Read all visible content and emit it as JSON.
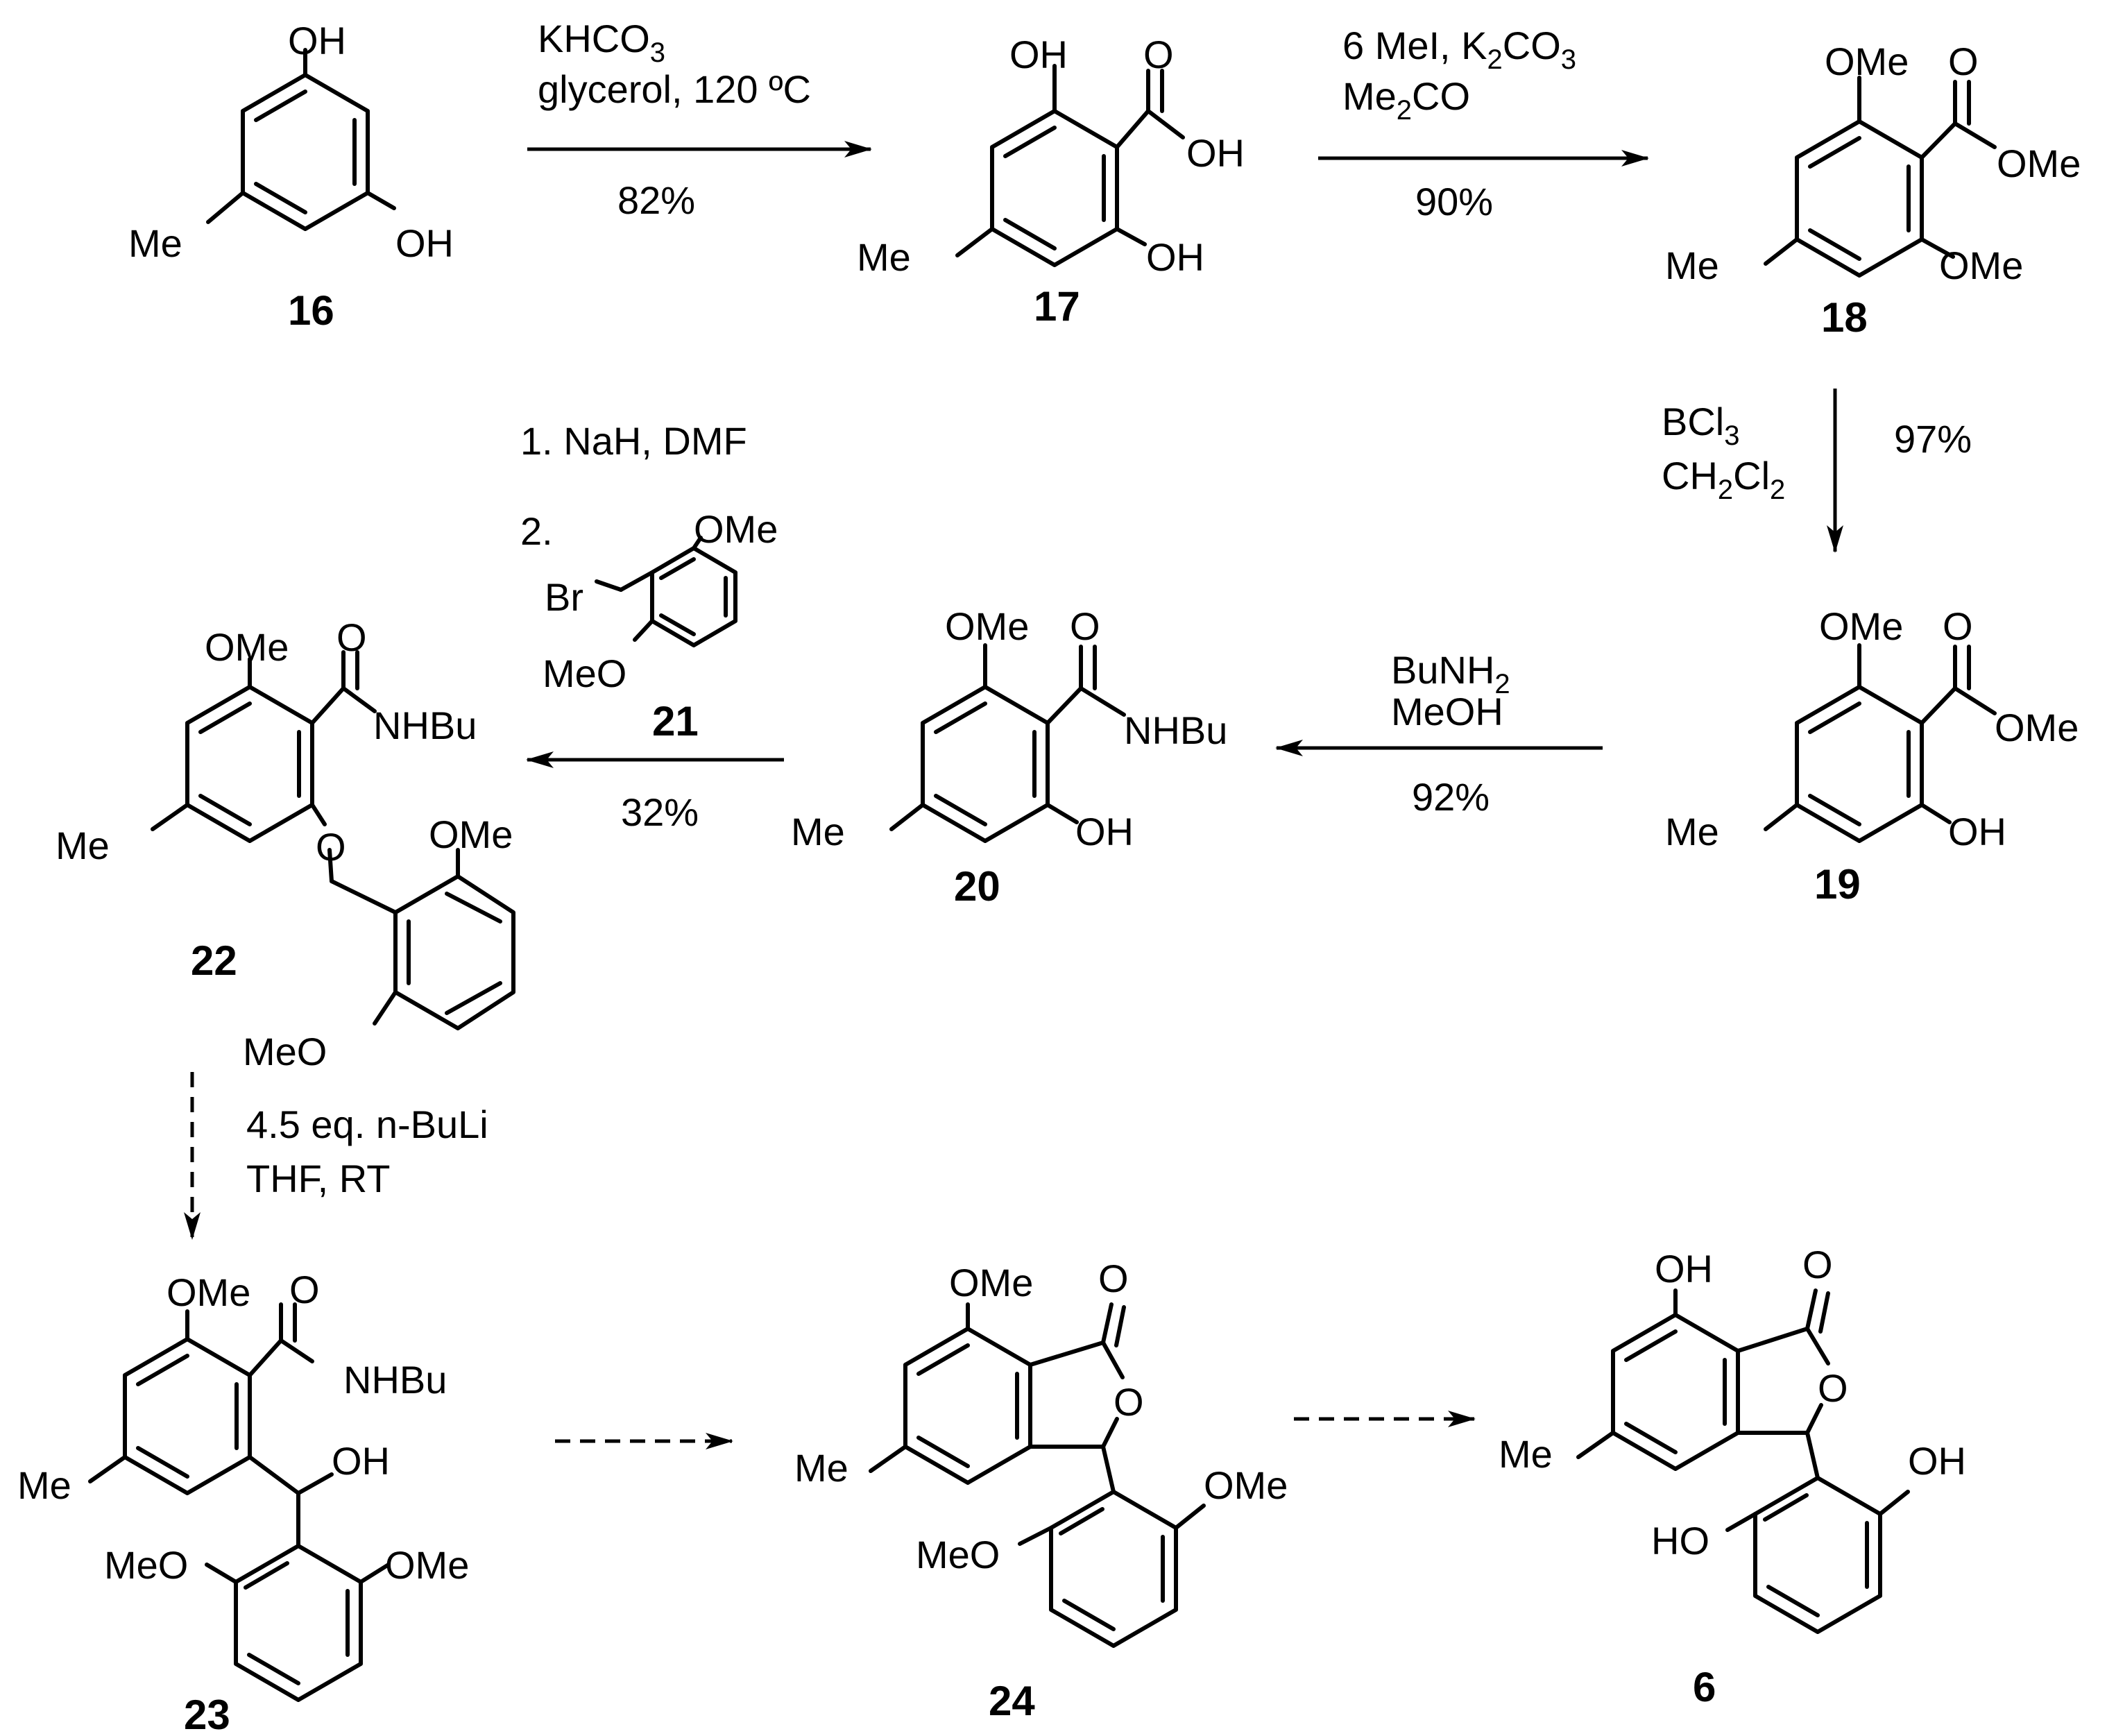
{
  "compounds": {
    "c16": {
      "number": "16",
      "oh_top": "OH",
      "oh_right": "OH",
      "me": "Me"
    },
    "c17": {
      "number": "17",
      "oh_top": "OH",
      "o_carbonyl": "O",
      "oh_acid": "OH",
      "oh_bottom": "OH",
      "me": "Me"
    },
    "c18": {
      "number": "18",
      "ome_top": "OMe",
      "o_carbonyl": "O",
      "ome_ester": "OMe",
      "ome_bottom": "OMe",
      "me": "Me"
    },
    "c19": {
      "number": "19",
      "ome_top": "OMe",
      "o_carbonyl": "O",
      "ome_ester": "OMe",
      "oh_bottom": "OH",
      "me": "Me"
    },
    "c20": {
      "number": "20",
      "ome_top": "OMe",
      "o_carbonyl": "O",
      "nhbu": "NHBu",
      "oh_bottom": "OH",
      "me": "Me"
    },
    "c21": {
      "number": "21",
      "br": "Br",
      "ome_top": "OMe",
      "meo_bottom": "MeO"
    },
    "c22": {
      "number": "22",
      "ome_top": "OMe",
      "o_carbonyl": "O",
      "nhbu": "NHBu",
      "o_ether": "O",
      "ome_right": "OMe",
      "meo_left": "MeO",
      "me": "Me"
    },
    "c23": {
      "number": "23",
      "ome_top": "OMe",
      "o_carbonyl": "O",
      "nhbu": "NHBu",
      "oh": "OH",
      "meo_left": "MeO",
      "ome_right": "OMe",
      "me": "Me"
    },
    "c24": {
      "number": "24",
      "ome_top": "OMe",
      "o_carbonyl": "O",
      "o_ring": "O",
      "ome_right": "OMe",
      "meo_left": "MeO",
      "me": "Me"
    },
    "c6": {
      "number": "6",
      "oh_top": "OH",
      "o_carbonyl": "O",
      "o_ring": "O",
      "oh_right": "OH",
      "ho_left": "HO",
      "me": "Me"
    }
  },
  "steps": {
    "s1": {
      "reagent_1": "KHCO3",
      "reagent_2": "glycerol, 120 ºC",
      "yield": "82%"
    },
    "s2": {
      "reagent_1": "6 MeI, K2CO3",
      "reagent_2": "Me2CO",
      "yield": "90%"
    },
    "s3": {
      "reagent_1": "BCl3",
      "reagent_2": "CH2Cl2",
      "yield": "97%"
    },
    "s4": {
      "reagent_1": "BuNH2",
      "reagent_2": "MeOH",
      "yield": "92%"
    },
    "s5": {
      "reagent_1": "1. NaH, DMF",
      "reagent_2": "2.",
      "yield": "32%"
    },
    "s6": {
      "reagent_1": "4.5 eq. n-BuLi",
      "reagent_2": "THF, RT"
    }
  }
}
